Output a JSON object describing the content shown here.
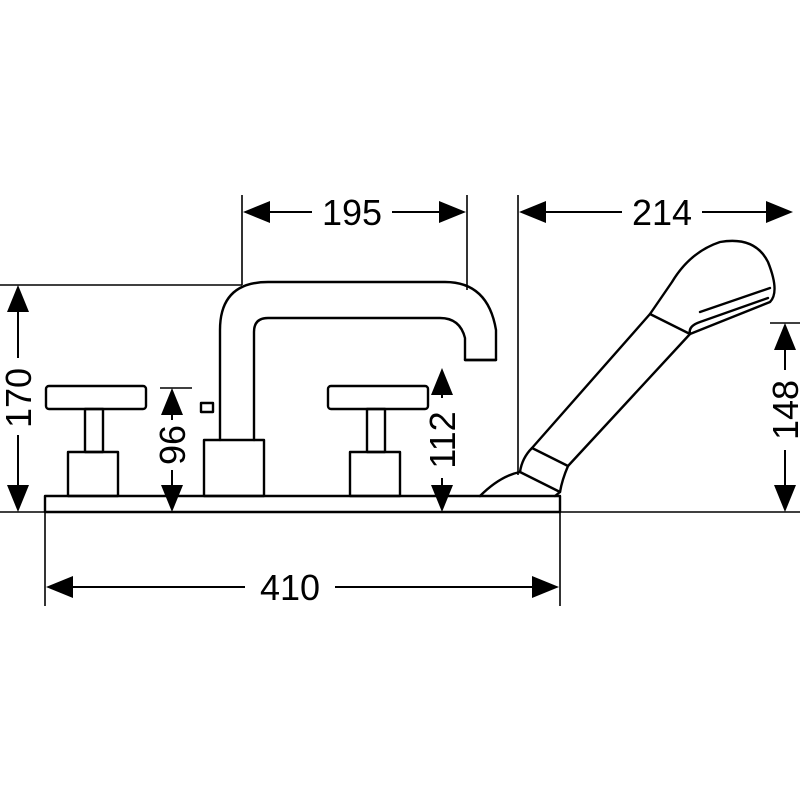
{
  "drawing": {
    "product": "deck-mounted bath mixer with hand shower",
    "units": "",
    "dimensions": {
      "spout_width": "195",
      "hand_shower_length": "214",
      "total_height": "170",
      "handle_height": "96",
      "spout_outlet_height": "112",
      "hand_shower_height": "148",
      "total_width": "410"
    }
  }
}
